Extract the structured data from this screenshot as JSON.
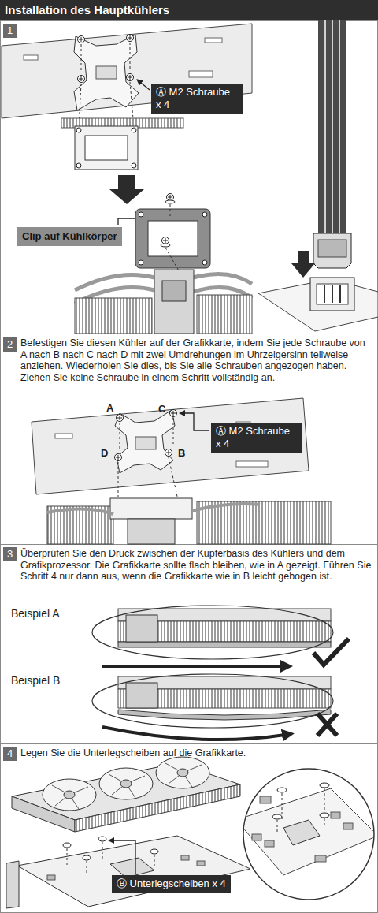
{
  "diagram": {
    "title": "Installation des Hauptkühlers",
    "nodes": [
      {
        "text": [
          "1"
        ]
      },
      {
        "text": [
          "Ⓐ M2 Schraube x 4"
        ]
      },
      {
        "text": [
          "Clip auf Kühlkörper"
        ]
      },
      {
        "text": [
          "2"
        ]
      },
      {
        "text": [
          "Ⓐ M2 Schraube x 4"
        ]
      },
      {
        "text": [
          "3"
        ]
      },
      {
        "text": [
          "4"
        ]
      },
      {
        "text": [
          "Ⓑ Unterlegscheiben x 4"
        ]
      }
    ],
    "labels": [
      "Befestigen Sie diesen Kühler auf der Grafikkarte, indem Sie jede Schraube von A nach B nach C nach D mit zwei Umdrehungen im Uhrzeigersinn teilweise anziehen. Wiederholen Sie dies, bis Sie alle Schrauben angezogen haben. Ziehen Sie keine Schraube in einem Schritt vollständig an.",
      "A",
      "C",
      "D",
      "B",
      "Überprüfen Sie den Druck zwischen der Kupferbasis des Kühlers und dem Grafikprozessor. Die Grafikkarte sollte flach bleiben, wie in A gezeigt. Führen Sie Schritt 4 nur dann aus, wenn die Grafikkarte wie in B leicht gebogen ist.",
      "Beispiel A",
      "Beispiel B",
      "Legen Sie die Unterlegscheiben auf die Grafikkarte."
    ]
  }
}
